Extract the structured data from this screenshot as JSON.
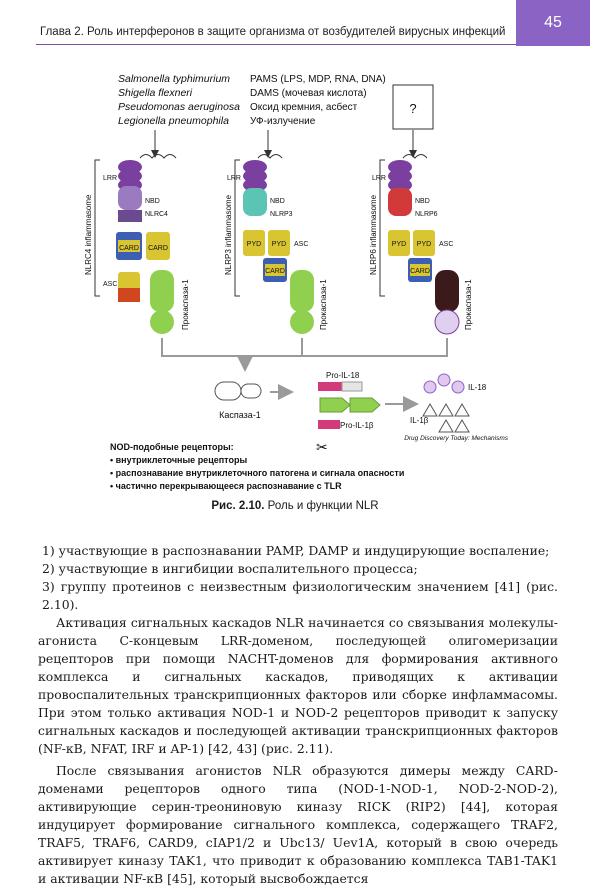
{
  "header": {
    "title": "Глава 2. Роль интерферонов в защите организма от возбудителей вирусных инфекций",
    "page_number": "45"
  },
  "figure": {
    "ligands_nlrc4": [
      "Salmonella typhimurium",
      "Shigella flexneri",
      "Pseudomonas aeruginosa",
      "Legionella pneumophila"
    ],
    "ligands_nlrp3": [
      "PAMS (LPS, MDP, RNA, DNA)",
      "DAMS (мочевая кислота)",
      "Оксид кремния, асбест",
      "УФ-излучение"
    ],
    "unknown_ligand": "?",
    "inflammasome_labels": [
      "NLRC4 inflammasome",
      "NLRP3 inflammasome",
      "NLRP6 inflammasome"
    ],
    "domain_labels": {
      "lrr": "LRR",
      "nbd": "NBD",
      "nlrc4": "NLRC4",
      "nlrp3": "NLRP3",
      "nlrp6": "NLRP6",
      "card": "CARD",
      "pyd": "PYD",
      "asc": "ASC",
      "procaspase": "Прокаспаза-1"
    },
    "caspase": "Каспаза-1",
    "pro_il18": "Pro-IL-18",
    "pro_il1b": "Pro-IL-1β",
    "il18": "IL-18",
    "il1b": "IL-1β",
    "source": "Drug Discovery Today: Mechanisms",
    "legend_title": "NOD-подобные рецепторы:",
    "legend_items": [
      "• внутриклеточные рецепторы",
      "• распознавание внутриклеточного патогена и сигнала опасности",
      "• частично перекрывающееся распознавание с TLR"
    ],
    "caption_bold": "Рис. 2.10.",
    "caption_text": " Роль и функции NLR"
  },
  "colors": {
    "accent": "#8b63c4",
    "lrr": "#7b3fa0",
    "nbd_nlrc4": "#9a7bc0",
    "nbd_nlrp3": "#5cc4b4",
    "nbd_nlrp6": "#d23a3a",
    "card": "#3d5fb3",
    "pyd": "#d9c531",
    "procaspase": "#8fd14f",
    "arrow": "#9a9a9a"
  },
  "body": {
    "list": [
      "1)  участвующие в распознавании PAMP, DAMP и индуцирующие воспаление;",
      "2)  участвующие в ингибиции воспалительного процесса;",
      "3)  группу протеинов с неизвестным физиологическим значением [41] (рис. 2.10)."
    ],
    "paragraphs": [
      "Активация сигнальных каскадов NLR начинается со связывания молекулы-агониста С-концевым LRR-доменом, последующей олигомеризации рецепторов при помощи NACHT-доменов для формирования активного комплекса и сигнальных каскадов, приводящих к активации провоспалительных транскрипционных факторов или сборке инфламмасомы. При этом только активация NOD-1 и NOD-2 рецепторов приводит к запуску сигнальных каскадов и последующей активации транскрипционных факторов (NF-кB, NFAT, IRF и AP-1) [42, 43] (рис. 2.11).",
      "После связывания агонистов NLR образуются димеры между CARD-доменами рецепторов одного типа (NOD-1-NOD-1, NOD-2-NOD-2), активирующие серин-треониновую киназу RICK (RIP2) [44], которая индуцирует формирование сигнального комплекса, содержащего TRAF2, TRAF5, TRAF6, CARD9, cIAP1/2 и Ubc13/ Uev1A, который в свою очередь активирует киназу TAK1, что приводит к образованию комплекса TAB1-TAK1 и активации NF-кB [45], который высвобождается"
    ]
  }
}
